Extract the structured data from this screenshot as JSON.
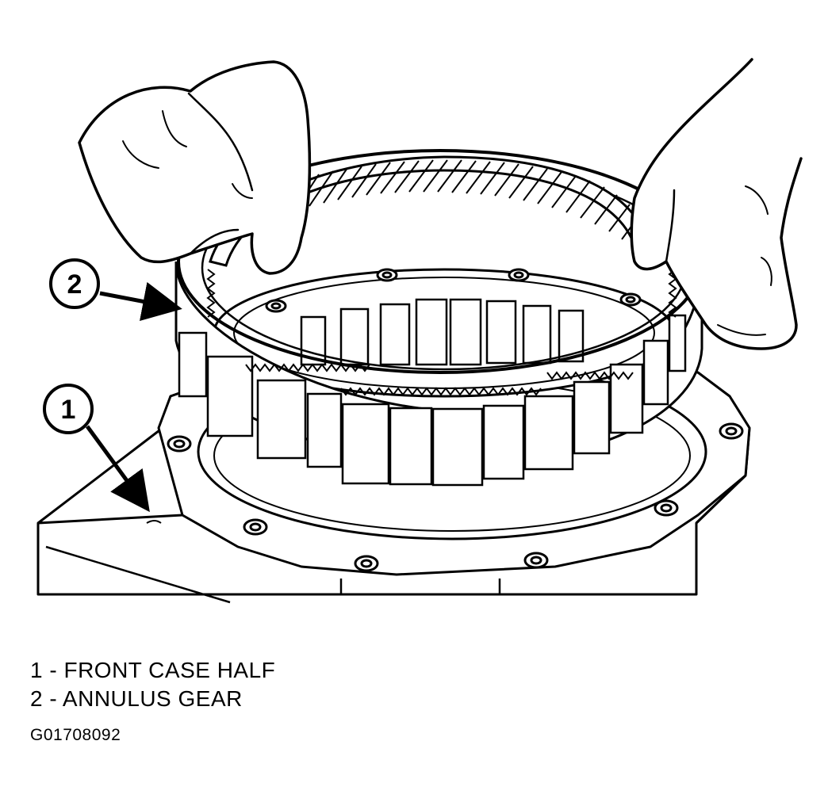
{
  "callouts": [
    {
      "number": "1",
      "target": "front case half"
    },
    {
      "number": "2",
      "target": "annulus gear"
    }
  ],
  "legend": [
    {
      "number": "1",
      "separator": "-",
      "label": "FRONT CASE HALF"
    },
    {
      "number": "2",
      "separator": "-",
      "label": "ANNULUS GEAR"
    }
  ],
  "figure_code": "G01708092",
  "colors": {
    "line": "#000000",
    "background": "#ffffff"
  }
}
